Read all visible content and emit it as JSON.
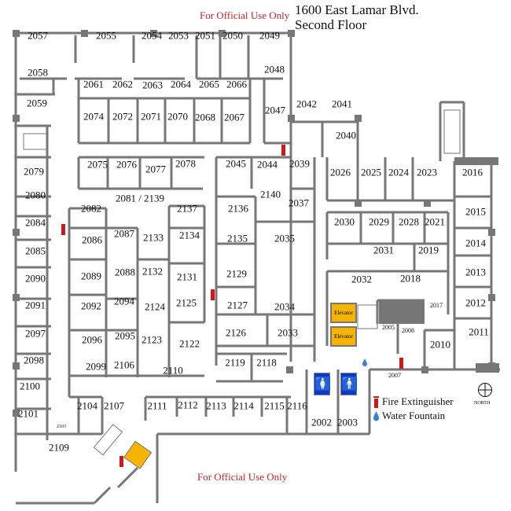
{
  "header": {
    "address": "1600 East Lamar Blvd.",
    "floor": "Second Floor",
    "notice_top": "For Official Use Only",
    "notice_bottom": "For Official Use Only"
  },
  "rooms": [
    "2057",
    "2055",
    "2054",
    "2053",
    "2051",
    "2050",
    "2049",
    "2058",
    "2048",
    "2061",
    "2062",
    "2063",
    "2064",
    "2065",
    "2066",
    "2059",
    "2042",
    "2041",
    "2074",
    "2072",
    "2071",
    "2070",
    "2068",
    "2067",
    "2047",
    "2040",
    "2075",
    "2076",
    "2077",
    "2078",
    "2045",
    "2044",
    "2039",
    "2079",
    "2026",
    "2025",
    "2024",
    "2023",
    "2016",
    "2080",
    "2081 / 2139",
    "2140",
    "2037",
    "2015",
    "2082",
    "2137",
    "2136",
    "2084",
    "2030",
    "2029",
    "2028",
    "2021",
    "2087",
    "2086",
    "2133",
    "2134",
    "2135",
    "2035",
    "2014",
    "2085",
    "2031",
    "2019",
    "2088",
    "2132",
    "2089",
    "2131",
    "2129",
    "2090",
    "2013",
    "2032",
    "2018",
    "2094",
    "2091",
    "2092",
    "2124",
    "2125",
    "2127",
    "2034",
    "2012",
    "2017",
    "2005",
    "2008",
    "2097",
    "2095",
    "2096",
    "2123",
    "2122",
    "2126",
    "2033",
    "2011",
    "2010",
    "2098",
    "2099",
    "2106",
    "2110",
    "2119",
    "2118",
    "2007",
    "2100",
    "2104",
    "2107",
    "2111",
    "2112",
    "2113",
    "2114",
    "2115",
    "2116",
    "2101",
    "2103",
    "2002",
    "2003",
    "2109"
  ],
  "elevators": [
    "Elevator",
    "Elevator"
  ],
  "legend": {
    "fire_extinguisher": "Fire Extinguisher",
    "water_fountain": "Water Fountain"
  },
  "compass": {
    "label": "NORTH"
  },
  "colors": {
    "wall": "#777777",
    "notice": "#d0202a",
    "elevator": "#f5b400",
    "restroom": "#1035c8",
    "extinguisher": "#d01818",
    "fountain": "#3a7fd0"
  }
}
